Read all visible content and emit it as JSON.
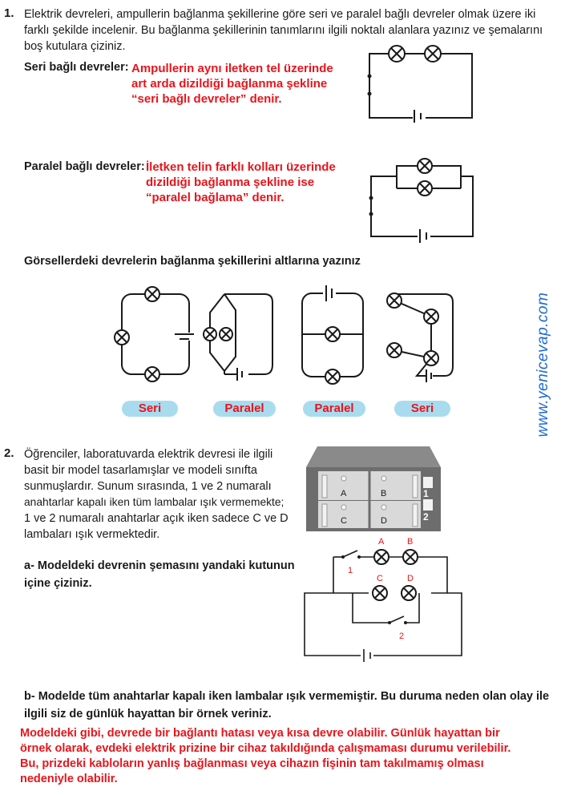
{
  "q1": {
    "number": "1.",
    "text": "Elektrik devreleri, ampullerin bağlanma şekillerine göre seri ve paralel bağlı devreler olmak üzere iki farklı şekilde incelenir. Bu bağlanma şekillerinin tanımlarını ilgili noktalı alanlara yazınız ve şemalarını boş kutulara çiziniz.",
    "lines": [
      "Elektrik devreleri, ampullerin bağlanma şekillerine göre seri ve paralel bağlı devreler olmak üzere iki",
      "farklı şekilde incelenir. Bu bağlanma şekillerinin tanımlarını ilgili noktalı alanlara yazınız ve şemalarını",
      "boş kutulara çiziniz."
    ],
    "seri_label": "Seri bağlı devreler:",
    "seri_answer": [
      "Ampullerin aynı iletken tel üzerinde",
      "art arda dizildiği bağlanma şekline",
      "“seri bağlı devreler” denir."
    ],
    "paralel_label": "Paralel bağlı devreler:",
    "paralel_answer": [
      "İletken telin farklı kolları üzerinde",
      "dizildiği bağlanma şekline ise",
      "“paralel bağlama” denir."
    ],
    "instruction": "Görsellerdeki devrelerin bağlanma şekillerini altlarına yazınız",
    "answers": [
      "Seri",
      "Paralel",
      "Paralel",
      "Seri"
    ]
  },
  "q2": {
    "number": "2.",
    "lines": [
      "Öğrenciler, laboratuvarda elektrik devresi ile ilgili",
      "basit bir model tasarlamışlar ve modeli sınıfta",
      "sunmuşlardır. Sunum sırasında, 1 ve 2 numaralı",
      "anahtarlar kapalı iken tüm lambalar ışık vermemekte;",
      "1 ve 2 numaralı anahtarlar açık iken sadece C ve D",
      "lambaları ışık vermektedir."
    ],
    "part_a": [
      "a- Modeldeki devrenin şemasını yandaki kutunun",
      "içine çiziniz."
    ],
    "room_labels": [
      "A",
      "B",
      "C",
      "D"
    ],
    "switch_labels": [
      "1",
      "2"
    ],
    "part_b": [
      "b- Modelde tüm anahtarlar kapalı iken lambalar ışık vermemiştir. Bu duruma neden olan olay ile",
      "ilgili siz de günlük hayattan bir örnek veriniz."
    ],
    "answer_b": [
      "Modeldeki gibi, devrede bir bağlantı hatası veya kısa devre olabilir. Günlük hayattan bir",
      "örnek olarak, evdeki elektrik prizine bir cihaz takıldığında çalışmaması durumu verilebilir.",
      "Bu, prizdeki kabloların yanlış bağlanması veya cihazın fişinin tam takılmamış olması",
      "nedeniyle olabilir."
    ]
  },
  "watermark": "www.yenicevap.com",
  "colors": {
    "answer_red": "#e8141b",
    "pill_blue": "#a9dbef",
    "watermark_blue": "#1e6bd6"
  }
}
